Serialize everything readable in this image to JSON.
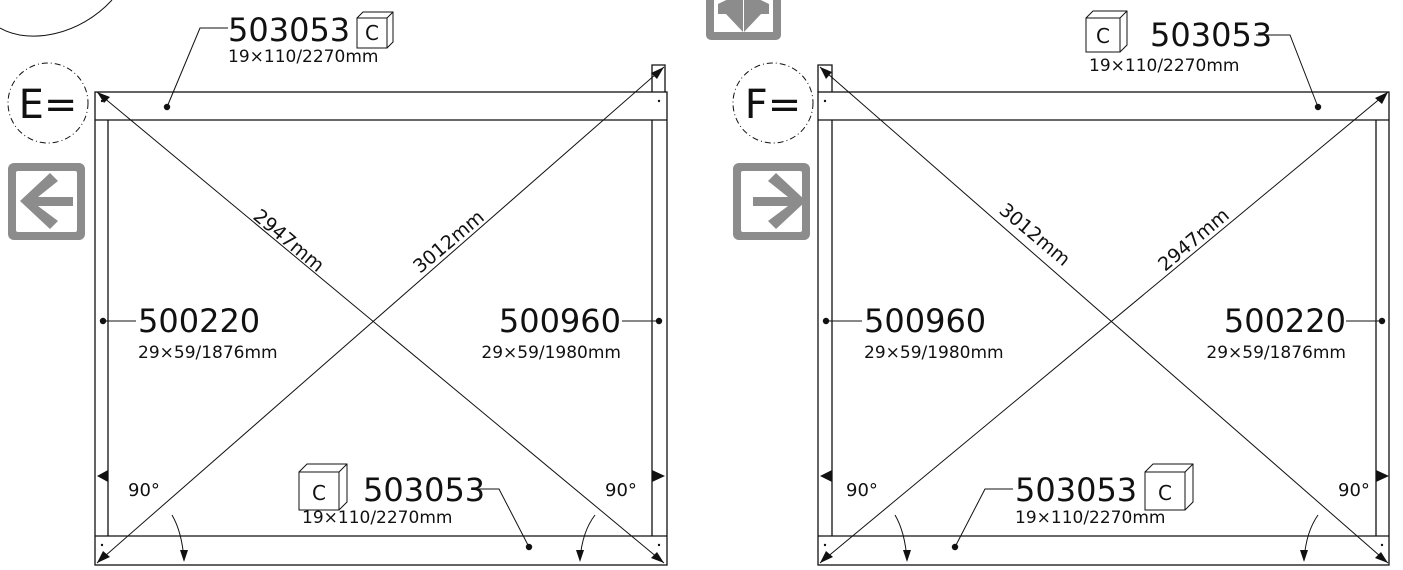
{
  "panels": [
    {
      "id": "E",
      "badge": "E=",
      "top_board": {
        "code": "503053",
        "dims": "19×110/2270mm",
        "tag": "C"
      },
      "bottom_board": {
        "code": "503053",
        "dims": "19×110/2270mm",
        "tag": "C"
      },
      "left_post": {
        "code": "500220",
        "dims": "29×59/1876mm"
      },
      "right_post": {
        "code": "500960",
        "dims": "29×59/1980mm"
      },
      "diagonal_a": "2947mm",
      "diagonal_b": "3012mm",
      "angle_left": "90°",
      "angle_right": "90°",
      "arrow": "left-arrow-icon"
    },
    {
      "id": "F",
      "badge": "F=",
      "top_board": {
        "code": "503053",
        "dims": "19×110/2270mm",
        "tag": "C"
      },
      "bottom_board": {
        "code": "503053",
        "dims": "19×110/2270mm",
        "tag": "C"
      },
      "left_post": {
        "code": "500960",
        "dims": "29×59/1980mm"
      },
      "right_post": {
        "code": "500220",
        "dims": "29×59/1876mm"
      },
      "diagonal_a": "3012mm",
      "diagonal_b": "2947mm",
      "angle_left": "90°",
      "angle_right": "90°",
      "arrow": "right-arrow-icon"
    }
  ],
  "colors": {
    "line": "#111111",
    "nav_gray": "#8c8c8c",
    "nav_light": "#ffffff"
  }
}
